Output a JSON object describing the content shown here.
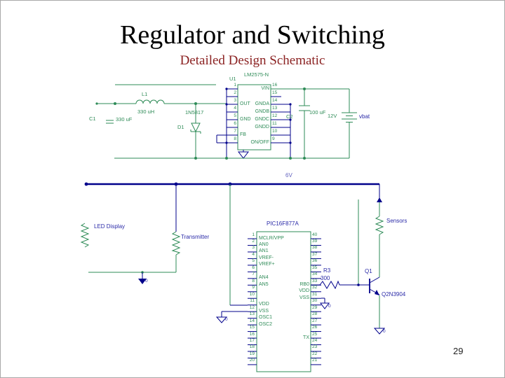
{
  "slide": {
    "title": "Regulator and Switching",
    "subtitle": "Detailed Design Schematic",
    "page_number": "29"
  },
  "colors": {
    "green": "#2E8B57",
    "navy": "#00008B",
    "tnavy": "#2B2BA8",
    "dred": "#8B2222"
  },
  "regulator": {
    "u1": {
      "ref": "U1",
      "part": "LM2575-N",
      "left_pins": [
        {
          "n": "1",
          "label": ""
        },
        {
          "n": "2",
          "label": ""
        },
        {
          "n": "3",
          "label": "OUT"
        },
        {
          "n": "4",
          "label": ""
        },
        {
          "n": "5",
          "label": "GND"
        },
        {
          "n": "6",
          "label": ""
        },
        {
          "n": "7",
          "label": "FB"
        },
        {
          "n": "8",
          "label": ""
        }
      ],
      "right_pins": [
        {
          "n": "16",
          "label": "VIN"
        },
        {
          "n": "15",
          "label": ""
        },
        {
          "n": "14",
          "label": "GNDA"
        },
        {
          "n": "13",
          "label": "GNDB"
        },
        {
          "n": "12",
          "label": "GNDC"
        },
        {
          "n": "11",
          "label": "GNDD"
        },
        {
          "n": "10",
          "label": ""
        },
        {
          "n": "9",
          "label": "ON/OFF"
        }
      ]
    },
    "l1": {
      "ref": "L1",
      "value": "330 uH"
    },
    "c1": {
      "ref": "C1",
      "value": "330 uF"
    },
    "d1": {
      "ref": "D1",
      "part": "1N5817"
    },
    "c2": {
      "ref": "C2",
      "value": "100 uF"
    },
    "battery": {
      "value": "12V",
      "name": "vbat"
    }
  },
  "switching": {
    "bus_label": "6V",
    "led_display": "LED Display",
    "transmitter": "Transmitter",
    "sensors": "Sensors",
    "r3": {
      "ref": "R3",
      "value": "300"
    },
    "q1": {
      "ref": "Q1",
      "part": "Q2N3904"
    },
    "tx_label": "TX",
    "ground_label": "0",
    "pic": {
      "part": "PIC16F877A",
      "left_pins": [
        {
          "n": "1",
          "label": "MCLR/VPP"
        },
        {
          "n": "2",
          "label": "AN0"
        },
        {
          "n": "3",
          "label": "AN1"
        },
        {
          "n": "4",
          "label": "VREF-"
        },
        {
          "n": "5",
          "label": "VREF+"
        },
        {
          "n": "6",
          "label": ""
        },
        {
          "n": "7",
          "label": "AN4"
        },
        {
          "n": "8",
          "label": "AN5"
        },
        {
          "n": "9",
          "label": ""
        },
        {
          "n": "10",
          "label": ""
        },
        {
          "n": "11",
          "label": "VDD"
        },
        {
          "n": "12",
          "label": "VSS"
        },
        {
          "n": "13",
          "label": "OSC1"
        },
        {
          "n": "14",
          "label": "OSC2"
        },
        {
          "n": "15",
          "label": ""
        },
        {
          "n": "16",
          "label": ""
        },
        {
          "n": "17",
          "label": ""
        },
        {
          "n": "18",
          "label": ""
        },
        {
          "n": "19",
          "label": ""
        },
        {
          "n": "20",
          "label": ""
        }
      ],
      "right_pins": [
        {
          "n": "40",
          "label": ""
        },
        {
          "n": "39",
          "label": ""
        },
        {
          "n": "38",
          "label": ""
        },
        {
          "n": "37",
          "label": ""
        },
        {
          "n": "36",
          "label": ""
        },
        {
          "n": "35",
          "label": ""
        },
        {
          "n": "34",
          "label": ""
        },
        {
          "n": "33",
          "label": "RB0"
        },
        {
          "n": "32",
          "label": "VDD"
        },
        {
          "n": "31",
          "label": "VSS"
        },
        {
          "n": "30",
          "label": ""
        },
        {
          "n": "29",
          "label": ""
        },
        {
          "n": "28",
          "label": ""
        },
        {
          "n": "27",
          "label": ""
        },
        {
          "n": "26",
          "label": ""
        },
        {
          "n": "25",
          "label": "TX"
        },
        {
          "n": "24",
          "label": ""
        },
        {
          "n": "23",
          "label": ""
        },
        {
          "n": "22",
          "label": ""
        },
        {
          "n": "21",
          "label": ""
        }
      ]
    }
  }
}
